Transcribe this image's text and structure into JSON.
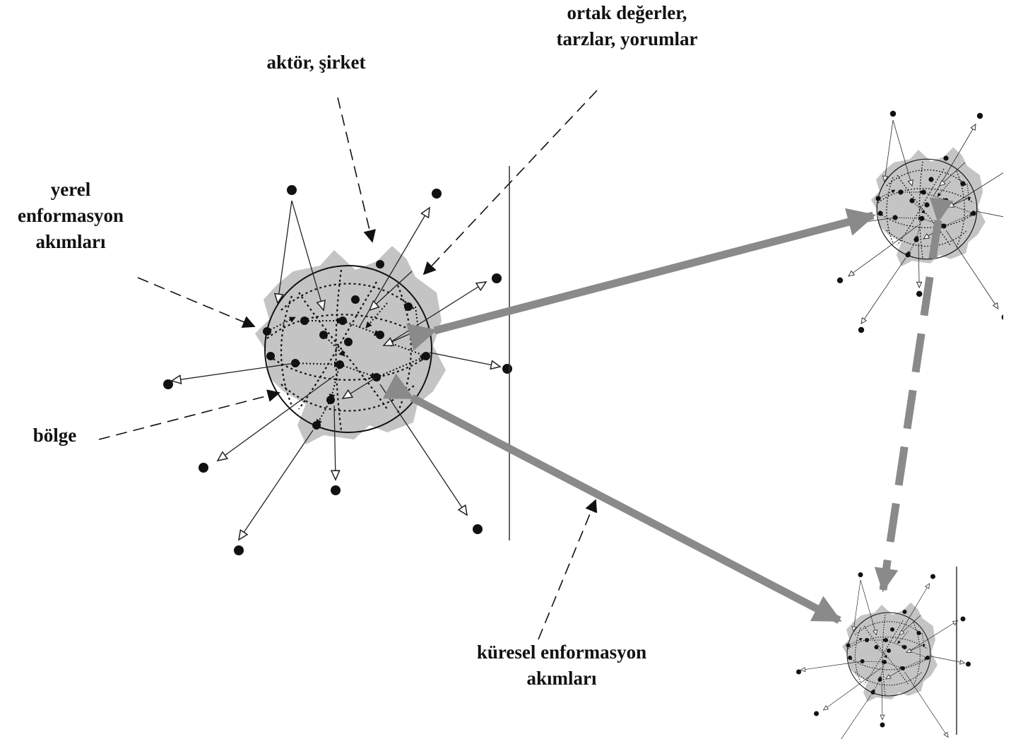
{
  "labels": {
    "shared_values": [
      "ortak değerler,",
      "tarzlar, yorumlar"
    ],
    "actor_company": [
      "aktör, şirket"
    ],
    "local_flows": [
      "yerel",
      "enformasyon",
      "akımları"
    ],
    "region": [
      "bölge"
    ],
    "global_flows": [
      "küresel enformasyon",
      "akımları"
    ]
  },
  "colors": {
    "region_fill": "#c4c4c4",
    "node": "#111111",
    "global_flow_arrow": "#8a8a8a",
    "line": "#222222"
  }
}
